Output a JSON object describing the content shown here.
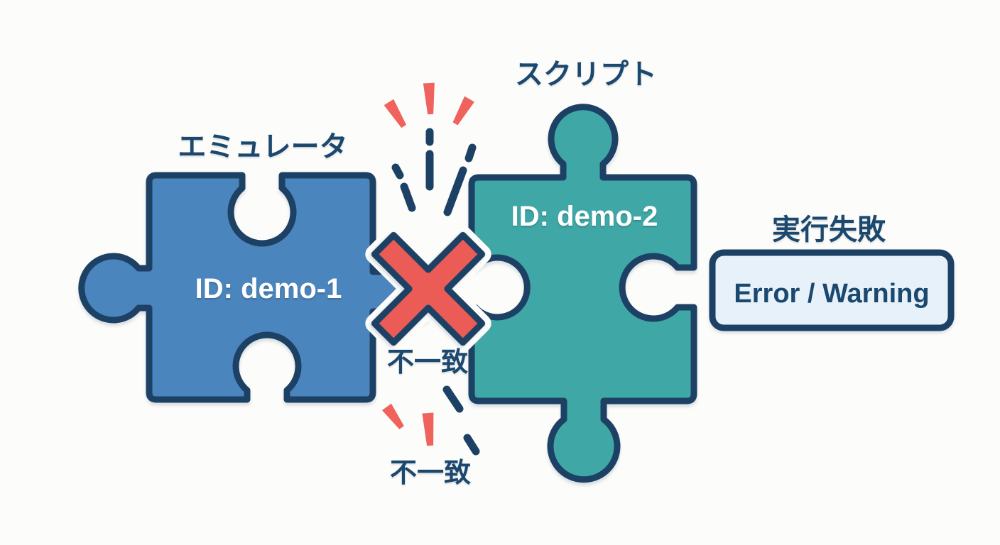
{
  "background": "#fcfcfa",
  "colors": {
    "outline_navy": "#1d4165",
    "label_navy": "#1b486f",
    "blue_piece": "#4b85bd",
    "teal_piece": "#3fa8a6",
    "cross_red": "#ea5c55",
    "spark_red": "#f0625c",
    "box_fill": "#e6f1fa",
    "id_text_white": "#ffffff"
  },
  "pieces": {
    "emulator": {
      "label": "エミュレータ",
      "id_text": "ID: demo-1"
    },
    "script": {
      "label": "スクリプト",
      "id_text": "ID: demo-2"
    }
  },
  "mismatch": {
    "center_label": "不一致",
    "bottom_label": "不一致"
  },
  "failure": {
    "label": "実行失敗",
    "box_text": "Error / Warning"
  },
  "icons": {
    "cross": "mismatch-cross-icon",
    "spark_top": "spark-burst-top-icon",
    "spark_bottom": "spark-burst-bottom-icon"
  }
}
